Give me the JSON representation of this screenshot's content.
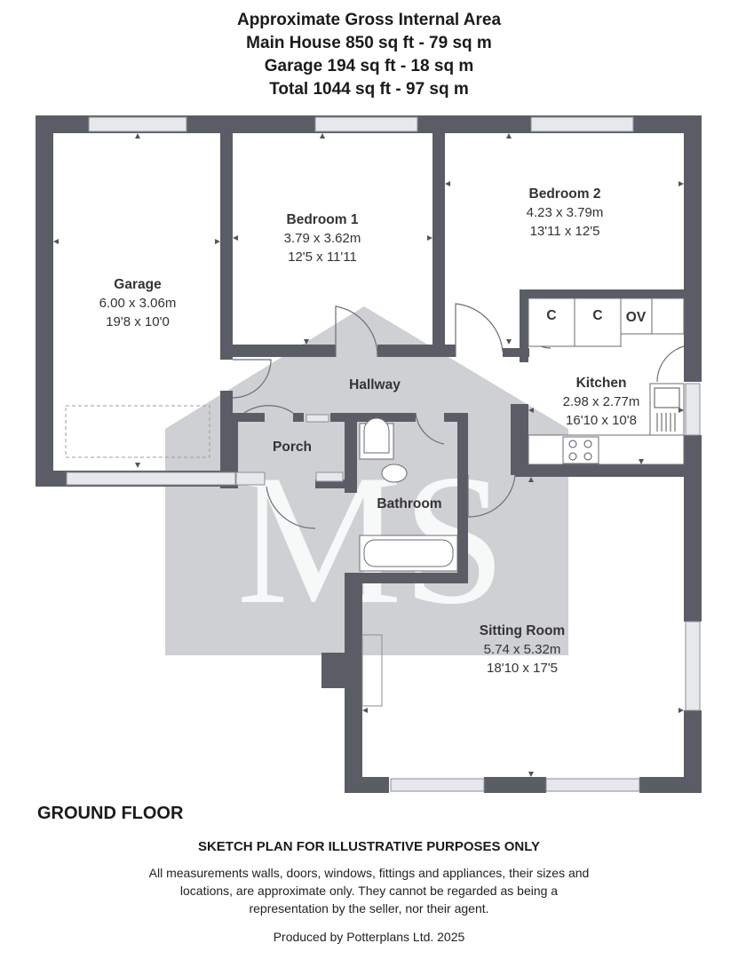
{
  "header": {
    "line1": "Approximate Gross Internal Area",
    "line2": "Main House 850 sq ft - 79 sq m",
    "line3": "Garage 194 sq ft - 18 sq m",
    "line4": "Total 1044 sq ft - 97 sq m"
  },
  "rooms": {
    "garage": {
      "name": "Garage",
      "metric": "6.00 x 3.06m",
      "imperial": "19'8 x 10'0"
    },
    "bedroom1": {
      "name": "Bedroom 1",
      "metric": "3.79 x 3.62m",
      "imperial": "12'5 x 11'11"
    },
    "bedroom2": {
      "name": "Bedroom 2",
      "metric": "4.23 x 3.79m",
      "imperial": "13'11 x 12'5"
    },
    "hallway": {
      "name": "Hallway"
    },
    "porch": {
      "name": "Porch"
    },
    "bathroom": {
      "name": "Bathroom"
    },
    "kitchen": {
      "name": "Kitchen",
      "metric": "2.98 x 2.77m",
      "imperial": "16'10 x 10'8"
    },
    "sitting": {
      "name": "Sitting Room",
      "metric": "5.74 x 5.32m",
      "imperial": "18'10 x 17'5"
    }
  },
  "fittings": {
    "cupboard1": "C",
    "cupboard2": "C",
    "oven": "OV"
  },
  "watermark": {
    "text": "MS"
  },
  "colors": {
    "wall": "#5a5d66",
    "watermark": "#cfd0d4",
    "window": "#e6e8ec"
  },
  "footer": {
    "floor": "GROUND FLOOR",
    "sketch": "SKETCH PLAN FOR ILLUSTRATIVE PURPOSES ONLY",
    "disclaimer": "All measurements walls, doors, windows, fittings and appliances, their sizes and locations, are approximate only. They cannot be regarded as being a representation by the seller, nor their agent.",
    "producer": "Produced by Potterplans Ltd. 2025"
  }
}
